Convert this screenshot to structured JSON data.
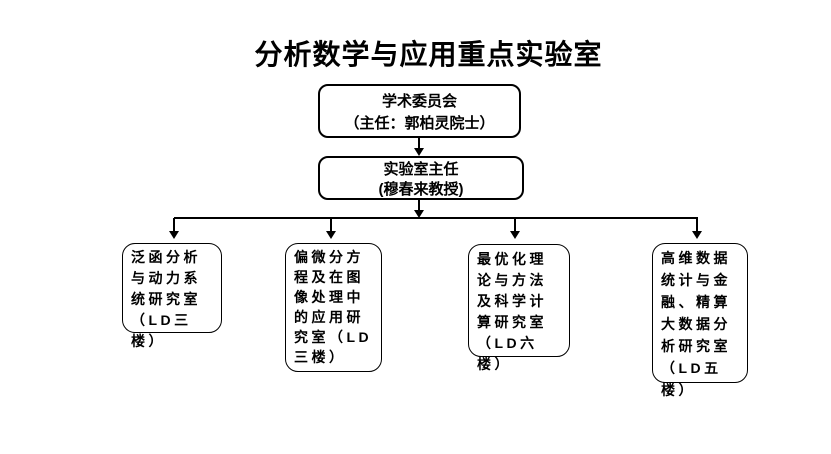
{
  "title": {
    "text": "分析数学与应用重点实验室"
  },
  "nodes": {
    "committee": {
      "name": "学术委员会",
      "detail": "（主任：郭柏灵院士）",
      "text": "学术委员会\n（主任：郭柏灵院士）"
    },
    "director": {
      "name": "实验室主任",
      "detail": "(穆春来教授)",
      "text": "实验室主任\n(穆春来教授)"
    },
    "labs": [
      {
        "name": "泛函分析与动力系统研究室",
        "location": "LD三楼",
        "text": "泛函分析\n与动力系\n统研究室\n（LD三楼）"
      },
      {
        "name": "偏微分方程及在图像处理中的应用研究室",
        "location": "LD三楼",
        "text": "偏微分方\n程及在图\n像处理中\n的应用研\n究室（LD\n三楼）"
      },
      {
        "name": "最优化理论与方法及科学计算研究室",
        "location": "LD六楼",
        "text": "最优化理\n论与方法\n及科学计\n算研究室\n（LD六楼）"
      },
      {
        "name": "高维数据统计与金融、精算大数据分析研究室",
        "location": "LD五楼",
        "text": "高维数据\n统计与金\n融、精算\n大数据分\n析研究室\n（LD五楼）"
      }
    ]
  },
  "style": {
    "line_color": "#000000",
    "text_color": "#000000",
    "box_background": "#ffffff",
    "page_background": "#ffffff"
  }
}
